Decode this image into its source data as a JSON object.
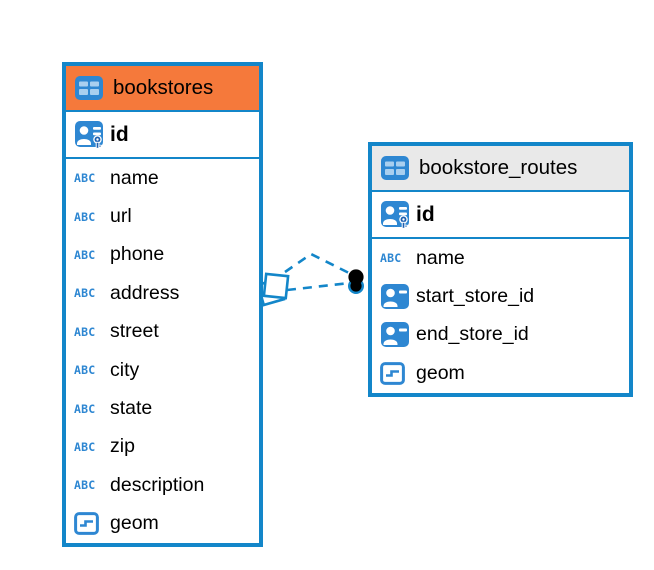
{
  "tables": [
    {
      "name": "bookstores",
      "header_color": "#F5793B",
      "columns": [
        {
          "label": "id",
          "icon": "primary-key",
          "pk": true
        },
        {
          "label": "name",
          "icon": "text"
        },
        {
          "label": "url",
          "icon": "text"
        },
        {
          "label": "phone",
          "icon": "text"
        },
        {
          "label": "address",
          "icon": "text"
        },
        {
          "label": "street",
          "icon": "text"
        },
        {
          "label": "city",
          "icon": "text"
        },
        {
          "label": "state",
          "icon": "text"
        },
        {
          "label": "zip",
          "icon": "text"
        },
        {
          "label": "description",
          "icon": "text"
        },
        {
          "label": "geom",
          "icon": "geometry"
        }
      ]
    },
    {
      "name": "bookstore_routes",
      "header_color": "#E9E9E9",
      "columns": [
        {
          "label": "id",
          "icon": "primary-key",
          "pk": true
        },
        {
          "label": "name",
          "icon": "text"
        },
        {
          "label": "start_store_id",
          "icon": "foreign-key"
        },
        {
          "label": "end_store_id",
          "icon": "foreign-key"
        },
        {
          "label": "geom",
          "icon": "geometry"
        }
      ]
    }
  ],
  "relationships": [
    {
      "from": "bookstore_routes",
      "to": "bookstores",
      "style": "dashed"
    },
    {
      "from": "bookstore_routes",
      "to": "bookstores",
      "style": "dashed"
    }
  ],
  "colors": {
    "accent_blue": "#1386C9",
    "icon_blue": "#2E87D2",
    "bookstores_header": "#F5793B",
    "bookstore_routes_header": "#E9E9E9"
  }
}
